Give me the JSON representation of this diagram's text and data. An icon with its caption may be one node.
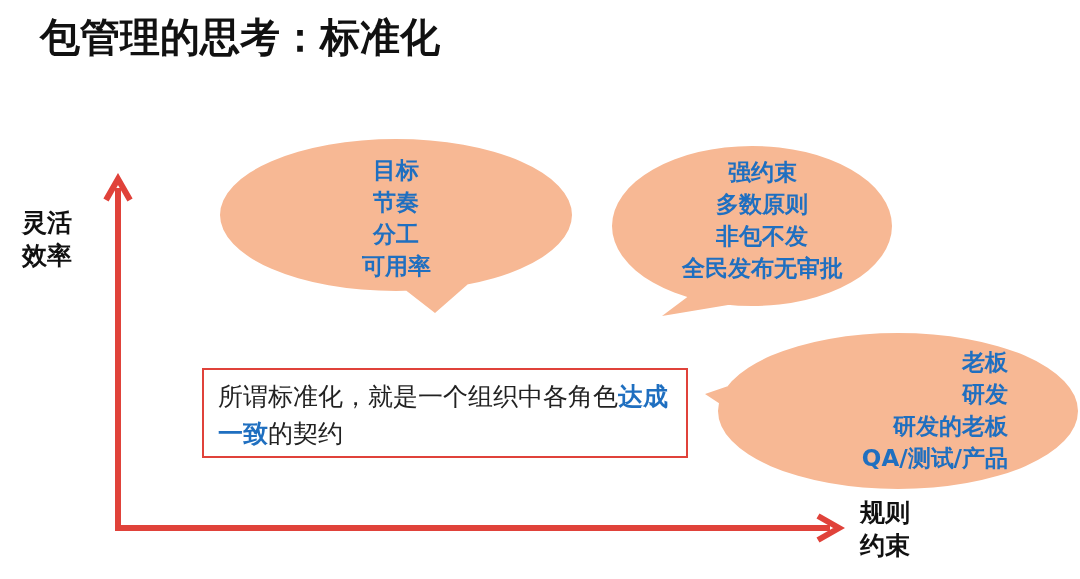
{
  "diagram": {
    "title": "包管理的思考：标准化",
    "nodes": [
      {
        "text": [
          "目标",
          "节奏",
          "分工",
          "可用率"
        ]
      },
      {
        "text": [
          "强约束",
          "多数原则",
          "非包不发",
          "全民发布无审批"
        ]
      },
      {
        "text": [
          "所谓标准化，就是一个组织中各角色**达成一致**的契约"
        ]
      },
      {
        "text": [
          "老板",
          "研发",
          "研发的老板",
          "QA/测试/产品"
        ]
      }
    ],
    "labels": [
      "灵活效率",
      "规则约束"
    ]
  }
}
